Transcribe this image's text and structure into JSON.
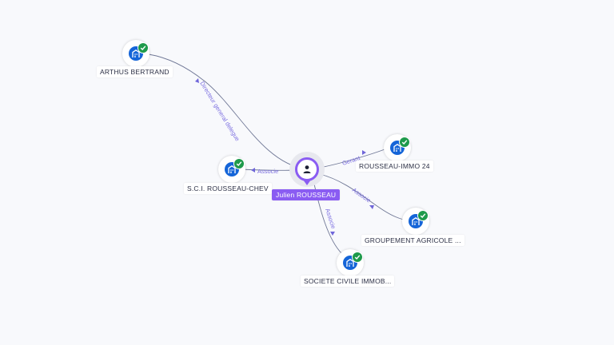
{
  "center": {
    "name": "Julien ROUSSEAU",
    "icon": "person-icon",
    "color": "#8a5cf2"
  },
  "companies": [
    {
      "id": "arthus",
      "name": "ARTHUS BERTRAND",
      "icon": "building-icon",
      "verified": true
    },
    {
      "id": "sci",
      "name": "S.C.I. ROUSSEAU-CHEV",
      "icon": "building-icon",
      "verified": true
    },
    {
      "id": "immo24",
      "name": "ROUSSEAU-IMMO 24",
      "icon": "building-icon",
      "verified": true
    },
    {
      "id": "gpa",
      "name": "GROUPEMENT AGRICOLE ...",
      "icon": "building-icon",
      "verified": true
    },
    {
      "id": "sci2",
      "name": "SOCIETE CIVILE IMMOB...",
      "icon": "building-icon",
      "verified": true
    }
  ],
  "relations": [
    {
      "to": "arthus",
      "label": "Directeur general delegue"
    },
    {
      "to": "sci",
      "label": "Associe"
    },
    {
      "to": "immo24",
      "label": "Gerant"
    },
    {
      "to": "gpa",
      "label": "Associe"
    },
    {
      "to": "sci2",
      "label": "Associe"
    }
  ],
  "colors": {
    "company": "#1565d8",
    "verified": "#1e9a4b",
    "edge_label": "#7b6ee0"
  }
}
